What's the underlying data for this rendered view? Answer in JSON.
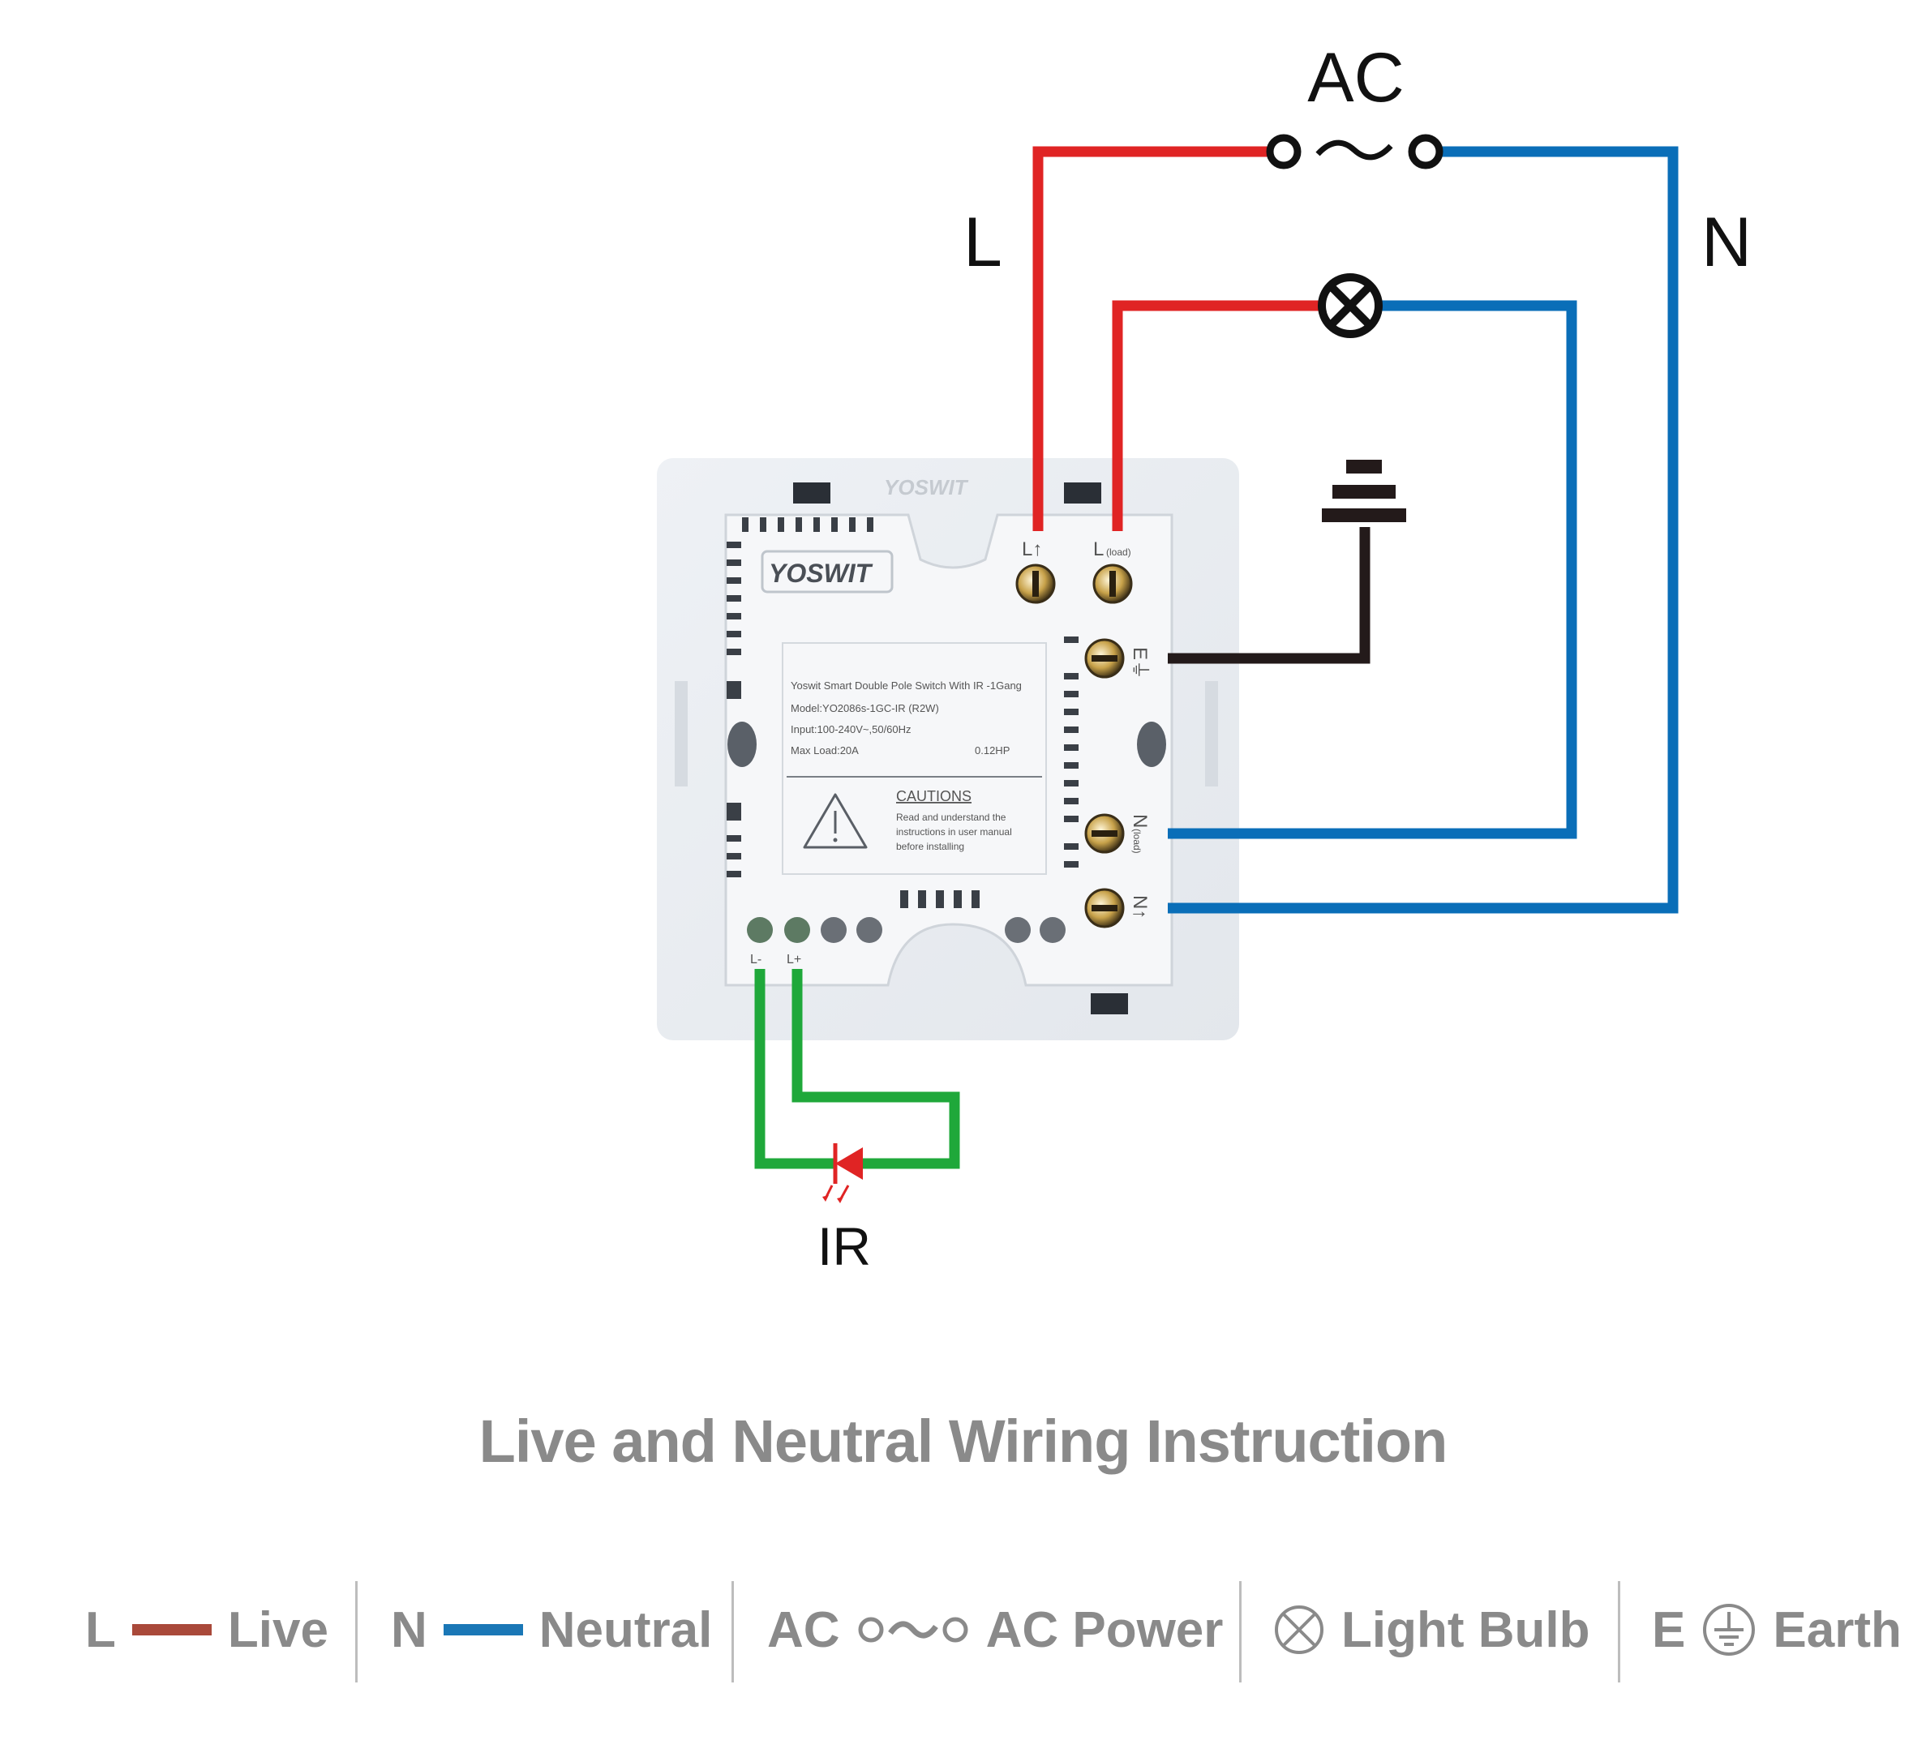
{
  "wire_labels": {
    "ac": "AC",
    "live": "L",
    "neutral": "N",
    "ir": "IR"
  },
  "device": {
    "brand_main": "YOSWIT",
    "brand_back": "YOSWIT",
    "product_line": "Yoswit Smart Double Pole Switch With IR -1Gang",
    "model_line": "Model:YO2086s-1GC-IR (R2W)",
    "input_line": "Input:100-240V~,50/60Hz",
    "load_line": "Max Load:20A",
    "hp_line": "0.12HP",
    "cautions_title": "CAUTIONS",
    "cautions_line1": "Read and understand the",
    "cautions_line2": "instructions in user manual",
    "cautions_line3": "before installing",
    "terminal_l_in": "L↑",
    "terminal_l_load": "L",
    "terminal_l_load_sub": "(load)",
    "terminal_e": "E⏚",
    "terminal_n_load": "N",
    "terminal_n_load_sub": "(load)",
    "terminal_n_in": "N↑",
    "terminal_ir_minus": "L-",
    "terminal_ir_plus": "L+"
  },
  "title": "Live and Neutral Wiring Instruction",
  "legend": [
    {
      "symbol": "L",
      "label": "Live"
    },
    {
      "symbol": "N",
      "label": "Neutral"
    },
    {
      "symbol": "AC",
      "label": "AC Power"
    },
    {
      "label": "Light Bulb"
    },
    {
      "symbol": "E",
      "label": "Earth"
    }
  ],
  "colors": {
    "live_wire": "#e02424",
    "neutral_wire": "#0a6eb8",
    "earth_wire": "#231a1a",
    "ir_wire": "#1fa83a",
    "legend_live": "#a9493a",
    "legend_neutral": "#1a77b6",
    "legend_text": "#8a8a8a"
  }
}
